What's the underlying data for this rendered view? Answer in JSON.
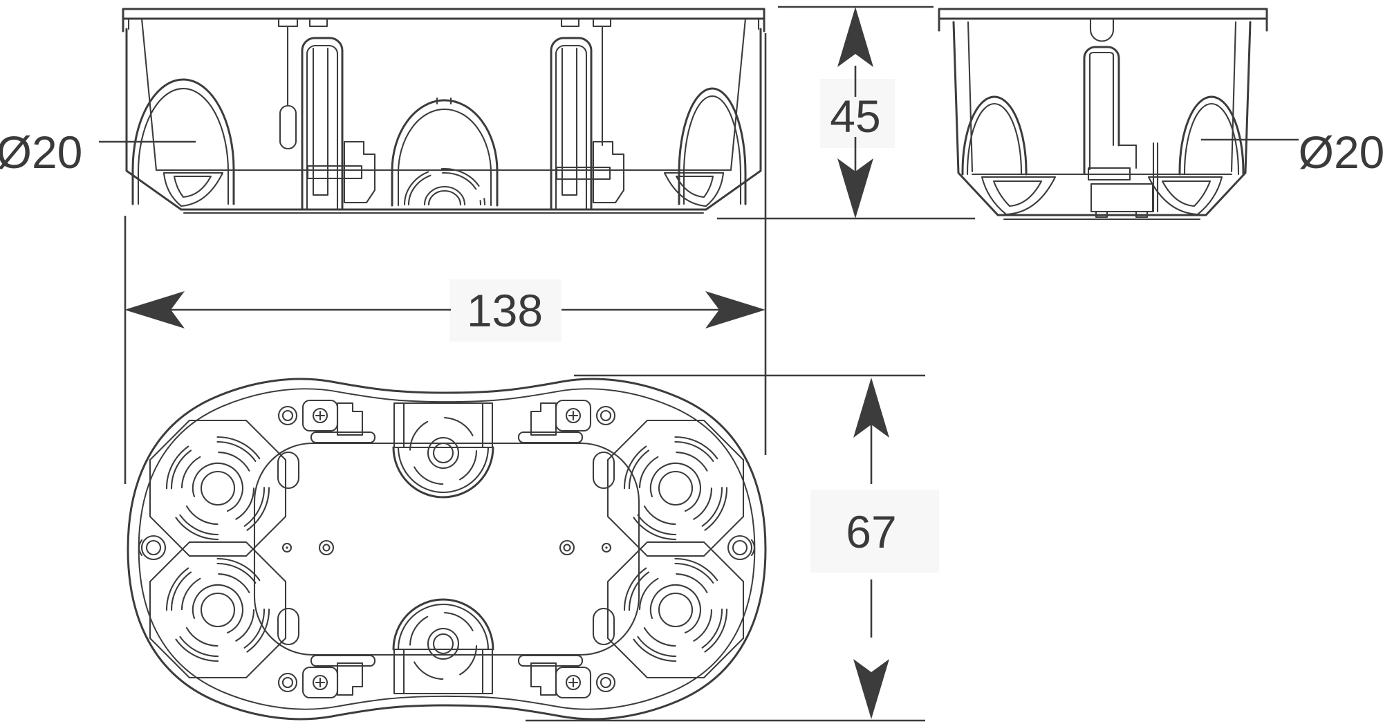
{
  "page": {
    "background": "#ffffff"
  },
  "drawing": {
    "type": "technical-drawing",
    "subject": "flush-mount double-gang junction box, three dimensioned views",
    "colors": {
      "line": "#3c3c3c",
      "text": "#3a3a3a",
      "label_bg": "#f7f7f7",
      "background": "#ffffff"
    },
    "views": {
      "front": "front section view of double box",
      "side": "end section view of single box",
      "bottom": "bottom view of oval box with knockouts"
    },
    "dimensions": {
      "length": {
        "value": "138",
        "orientation": "horizontal",
        "view": "front"
      },
      "depth": {
        "value": "45",
        "orientation": "vertical",
        "view": "side"
      },
      "width": {
        "value": "67",
        "orientation": "vertical",
        "view": "bottom"
      },
      "knockout_left": {
        "value": "Ø20",
        "view": "front"
      },
      "knockout_right": {
        "value": "Ø20",
        "view": "side"
      }
    }
  }
}
